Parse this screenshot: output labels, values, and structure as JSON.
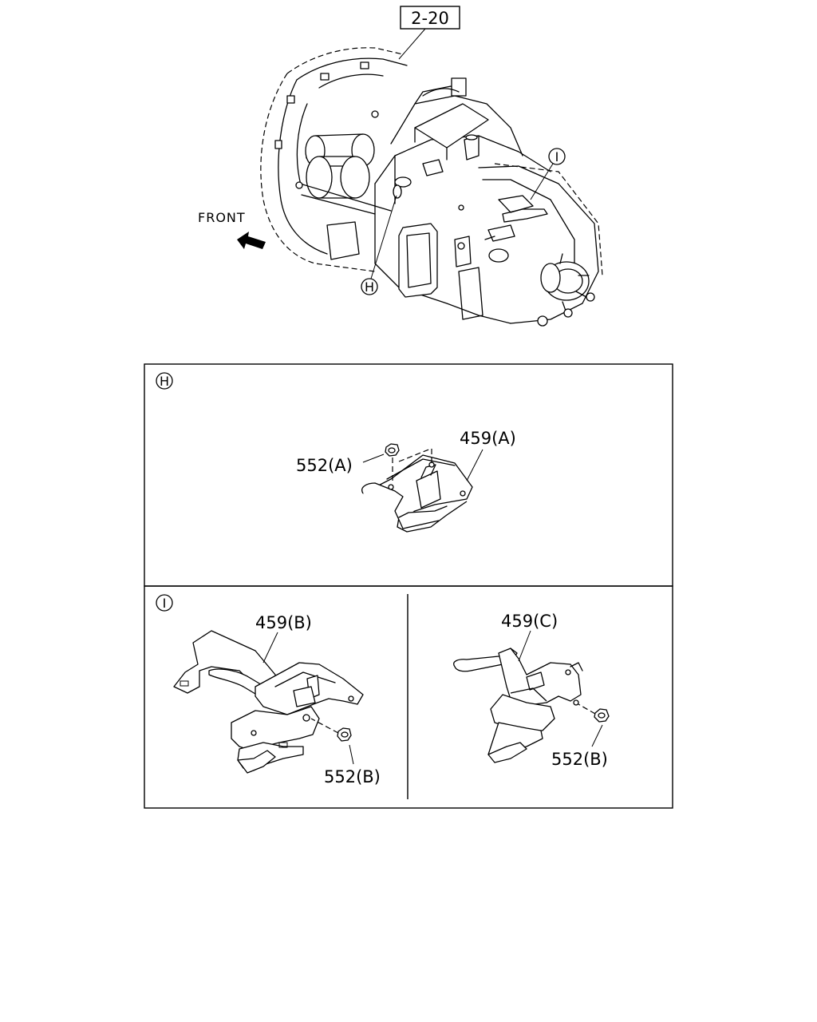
{
  "ref_box": "2-20",
  "front_label": "FRONT",
  "callouts": {
    "h": "H",
    "i": "I"
  },
  "panel_h": {
    "tag": "H",
    "labels": {
      "nut": "552(A)",
      "bracket": "459(A)"
    }
  },
  "panel_i": {
    "tag": "I",
    "left": {
      "bracket": "459(B)",
      "nut": "552(B)"
    },
    "right": {
      "bracket": "459(C)",
      "nut": "552(B)"
    }
  }
}
